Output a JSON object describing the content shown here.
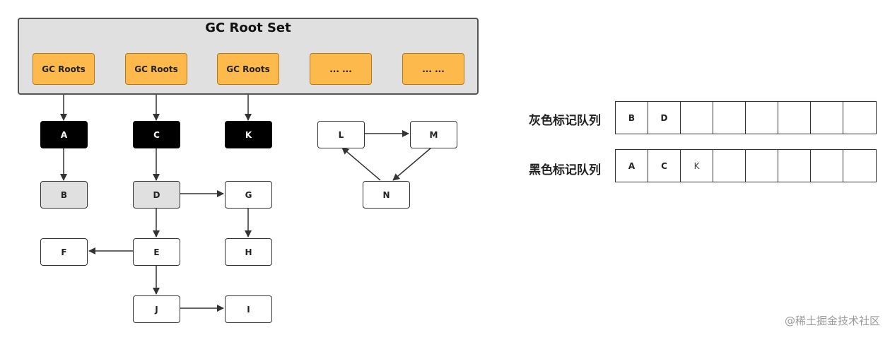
{
  "rootset": {
    "title": "GC Root Set",
    "roots": [
      "GC Roots",
      "GC Roots",
      "GC Roots",
      "... ...",
      "... ..."
    ]
  },
  "nodes": {
    "A": "A",
    "C": "C",
    "K": "K",
    "B": "B",
    "D": "D",
    "G": "G",
    "F": "F",
    "E": "E",
    "H": "H",
    "J": "J",
    "I": "I",
    "L": "L",
    "M": "M",
    "N": "N"
  },
  "queues": {
    "gray": {
      "label": "灰色标记队列",
      "cells": [
        "B",
        "D",
        "",
        "",
        "",
        "",
        "",
        ""
      ]
    },
    "black": {
      "label": "黑色标记队列",
      "cells": [
        "A",
        "C",
        "K",
        "",
        "",
        "",
        "",
        ""
      ]
    }
  },
  "watermark": "@稀土掘金技术社区",
  "colors": {
    "root_fill": "#fdb94b",
    "rootset_fill": "#e0e0e0",
    "black_node": "#000000",
    "gray_node": "#e0e0e0",
    "white_node": "#ffffff"
  }
}
